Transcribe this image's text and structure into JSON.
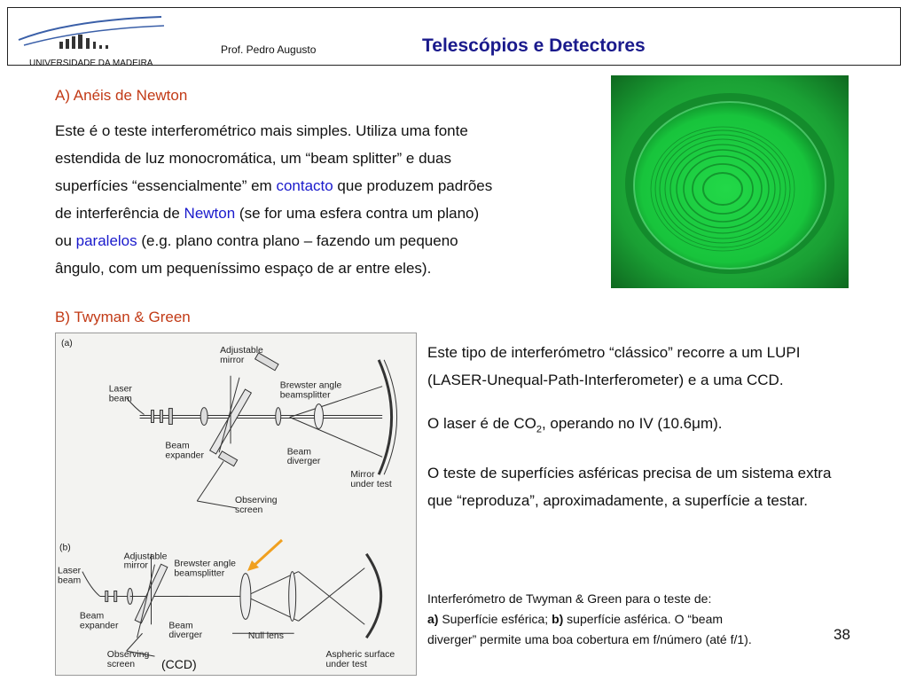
{
  "header": {
    "university": "UNIVERSIDADE DA MADEIRA",
    "author": "Prof. Pedro Augusto",
    "title": "Telescópios e Detectores"
  },
  "section_a": {
    "heading": "A) Anéis de Newton",
    "lines": [
      {
        "parts": [
          "Este é o teste interferométrico mais simples. Utiliza uma fonte"
        ]
      },
      {
        "parts": [
          "estendida de luz monocromática, um “beam splitter” e duas"
        ]
      },
      {
        "parts": [
          "superfícies “essencialmente” em ",
          "contacto",
          " que produzem padrões"
        ]
      },
      {
        "parts": [
          "de interferência de ",
          "Newton",
          " (se for uma esfera contra um plano)"
        ]
      },
      {
        "parts": [
          "ou ",
          "paralelos",
          " (e.g. plano contra plano – fazendo um pequeno"
        ]
      },
      {
        "parts": [
          "ângulo, com um pequeníssimo espaço de ar entre eles)."
        ]
      }
    ]
  },
  "section_b": {
    "heading": "B) Twyman & Green",
    "p1_line1": "Este tipo de interferómetro “clássico” recorre a um LUPI",
    "p1_line2": "(LASER-Unequal-Path-Interferometer) e a uma CCD.",
    "p2_pre": "O laser é de CO",
    "p2_sub": "2",
    "p2_post": ", operando no IV (10.6",
    "p2_mu": "μ",
    "p2_end": "m).",
    "p3_line1": "O teste de superfícies asféricas precisa de um sistema extra",
    "p3_line2": "que “reproduza”, aproximadamente, a superfície a testar."
  },
  "figure": {
    "a_label": "(a)",
    "b_label": "(b)",
    "a_adj_mirror_1": "Adjustable",
    "a_adj_mirror_2": "mirror",
    "a_laser_1": "Laser",
    "a_laser_2": "beam",
    "a_brewster_1": "Brewster angle",
    "a_brewster_2": "beamsplitter",
    "a_expander_1": "Beam",
    "a_expander_2": "expander",
    "a_diverger_1": "Beam",
    "a_diverger_2": "diverger",
    "a_mirror_test_1": "Mirror",
    "a_mirror_test_2": "under test",
    "a_screen_1": "Observing",
    "a_screen_2": "screen",
    "b_adj_mirror_1": "Adjustable",
    "b_adj_mirror_2": "mirror",
    "b_laser_1": "Laser",
    "b_laser_2": "beam",
    "b_brewster_1": "Brewster angle",
    "b_brewster_2": "beamsplitter",
    "b_expander_1": "Beam",
    "b_expander_2": "expander",
    "b_diverger_1": "Beam",
    "b_diverger_2": "diverger",
    "b_null_lens": "Null lens",
    "b_screen_1": "Observing",
    "b_screen_2": "screen",
    "b_aspheric_1": "Aspheric surface",
    "b_aspheric_2": "under test",
    "ccd_label": "(CCD)"
  },
  "caption": {
    "line1": "Interferómetro de Twyman & Green para o teste de:",
    "a_bold": "a)",
    "a_text": " Superfície esférica; ",
    "b_bold": "b)",
    "b_text": " superfície asférica. O “beam",
    "line3": "diverger” permite uma boa cobertura em f/número (até f/1)."
  },
  "page_number": "38",
  "colors": {
    "title_blue": "#1a1a8c",
    "heading_red": "#c23a16",
    "link_blue": "#1a1acc",
    "arrow_orange": "#f0a020",
    "fringe_green": "#18c43c"
  }
}
